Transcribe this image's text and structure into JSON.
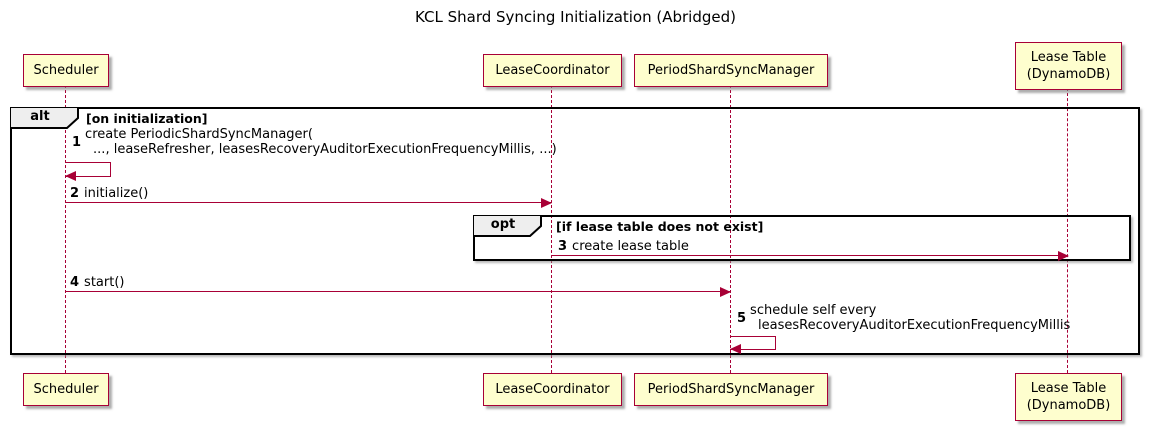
{
  "title": "KCL Shard Syncing Initialization (Abridged)",
  "participants": [
    {
      "name": "Scheduler"
    },
    {
      "name": "LeaseCoordinator"
    },
    {
      "name": "PeriodShardSyncManager"
    },
    {
      "name": "Lease Table",
      "name2": "(DynamoDB)"
    }
  ],
  "frames": {
    "alt": {
      "label": "alt",
      "condition": "[on initialization]"
    },
    "opt": {
      "label": "opt",
      "condition": "[if lease table does not exist]"
    }
  },
  "messages": [
    {
      "num": "1",
      "kind": "self",
      "from": "Scheduler",
      "to": "Scheduler",
      "line1": "create PeriodicShardSyncManager(",
      "line2": "..., leaseRefresher, leasesRecoveryAuditorExecutionFrequencyMillis, ...)"
    },
    {
      "num": "2",
      "kind": "arrow",
      "from": "Scheduler",
      "to": "LeaseCoordinator",
      "text": "initialize()"
    },
    {
      "num": "3",
      "kind": "arrow",
      "from": "LeaseCoordinator",
      "to": "Lease Table (DynamoDB)",
      "text": "create lease table"
    },
    {
      "num": "4",
      "kind": "arrow",
      "from": "Scheduler",
      "to": "PeriodShardSyncManager",
      "text": "start()"
    },
    {
      "num": "5",
      "kind": "self",
      "from": "PeriodShardSyncManager",
      "to": "PeriodShardSyncManager",
      "line1": "schedule self every",
      "line2": "leasesRecoveryAuditorExecutionFrequencyMillis"
    }
  ],
  "colors": {
    "participant_fill": "#FEFECE",
    "participant_border": "#A80036",
    "lifeline": "#A80036",
    "arrow": "#A80036",
    "frame_border": "#000000",
    "frame_label_fill": "#EEEEEE",
    "background": "#FFFFFF"
  }
}
